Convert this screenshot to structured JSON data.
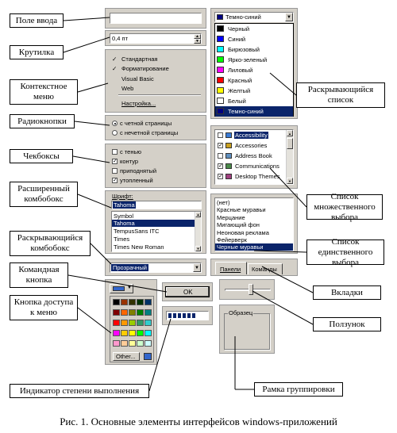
{
  "callouts": {
    "input_field": "Поле ввода",
    "spinner": "Крутилка",
    "context_menu": "Контекстное меню",
    "radio_buttons": "Радиокнопки",
    "checkboxes": "Чекбоксы",
    "extended_combo": "Расширенный комбобокс",
    "dropdown_combo": "Раскрывающийся комбобокс",
    "command_button": "Командная кнопка",
    "menu_access_button": "Кнопка доступа к меню",
    "progress_indicator": "Индикатор степени выполнения",
    "group_frame": "Рамка группировки",
    "dropdown_list": "Раскрывающийся список",
    "multi_select_list": "Список множественного выбора",
    "single_select_list": "Список единственного выбора",
    "tabs": "Вкладки",
    "slider": "Ползунок"
  },
  "caption": "Рис. 1. Основные элементы интерфейсов windows-приложений",
  "spinner": {
    "value": "0,4 пт"
  },
  "context_menu": {
    "items": [
      "Стандартная",
      "Форматирование",
      "Visual Basic",
      "Web",
      "Настройка..."
    ]
  },
  "radios": {
    "items": [
      "с четной страницы",
      "с нечетной страницы"
    ]
  },
  "checkboxes": {
    "items": [
      "с тенью",
      "контур",
      "приподнятый",
      "утопленный"
    ]
  },
  "extended_combo": {
    "label": "Шрифт:",
    "value": "Tahoma",
    "items": [
      "Symbol",
      "Tahoma",
      "TempusSans ITC",
      "Times",
      "Times New Roman"
    ]
  },
  "dropdown_combo": {
    "value": "Прозрачный"
  },
  "command_button": {
    "label": "OK"
  },
  "color_menu": {
    "other_label": "Other..."
  },
  "group_frame": {
    "label": "Образец"
  },
  "dropdown_list": {
    "value": "Темно-синий",
    "items": [
      "Черный",
      "Синий",
      "Бирюзовый",
      "Ярко-зеленый",
      "Лиловый",
      "Красный",
      "Желтый",
      "Белый",
      "Темно-синий"
    ],
    "colors": [
      "#000000",
      "#0000ff",
      "#00ffff",
      "#00ff00",
      "#ff00ff",
      "#ff0000",
      "#ffff00",
      "#ffffff",
      "#000080"
    ]
  },
  "multi_list": {
    "items": [
      "Accessibility",
      "Accessories",
      "Address Book",
      "Communications",
      "Desktop Themes"
    ]
  },
  "single_list": {
    "items": [
      "(нет)",
      "Красные муравьи",
      "Мерцание",
      "Мигающий фон",
      "Неоновая реклама",
      "Фейерверк",
      "Черные муравьи"
    ]
  },
  "tabs": {
    "items": [
      "Панели",
      "Команды"
    ]
  }
}
